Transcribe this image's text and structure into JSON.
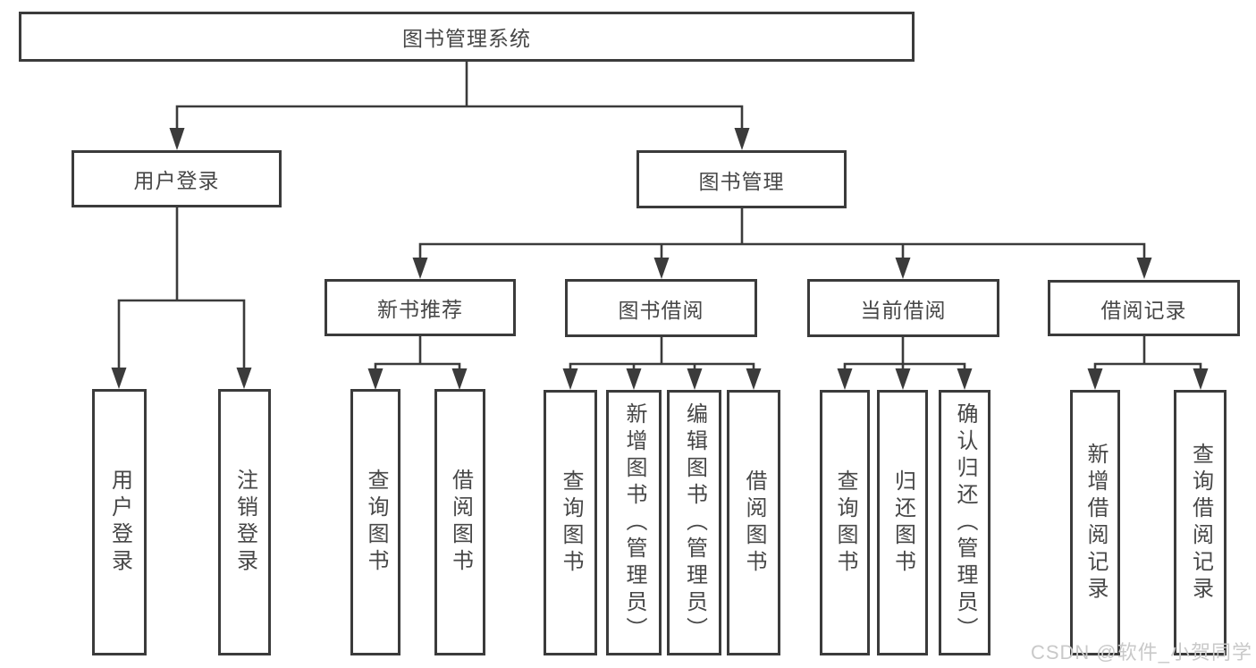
{
  "nodes": {
    "root": "图书管理系统",
    "branches": [
      "用户登录",
      "图书管理"
    ],
    "sections": [
      "新书推荐",
      "图书借阅",
      "当前借阅",
      "借阅记录"
    ],
    "leaves": [
      "用户登录",
      "注销登录",
      "查询图书",
      "借阅图书",
      "查询图书",
      "新增图书（管理员）",
      "编辑图书（管理员）",
      "借阅图书",
      "查询图书",
      "归还图书",
      "确认归还（管理员）",
      "新增借阅记录",
      "查询借阅记录"
    ]
  },
  "watermark": "CSDN @软件_小贺同学",
  "colors": {
    "line": "#3b3b3b",
    "text": "#474747",
    "watermark": "#c9c9c9",
    "background": "#ffffff"
  }
}
